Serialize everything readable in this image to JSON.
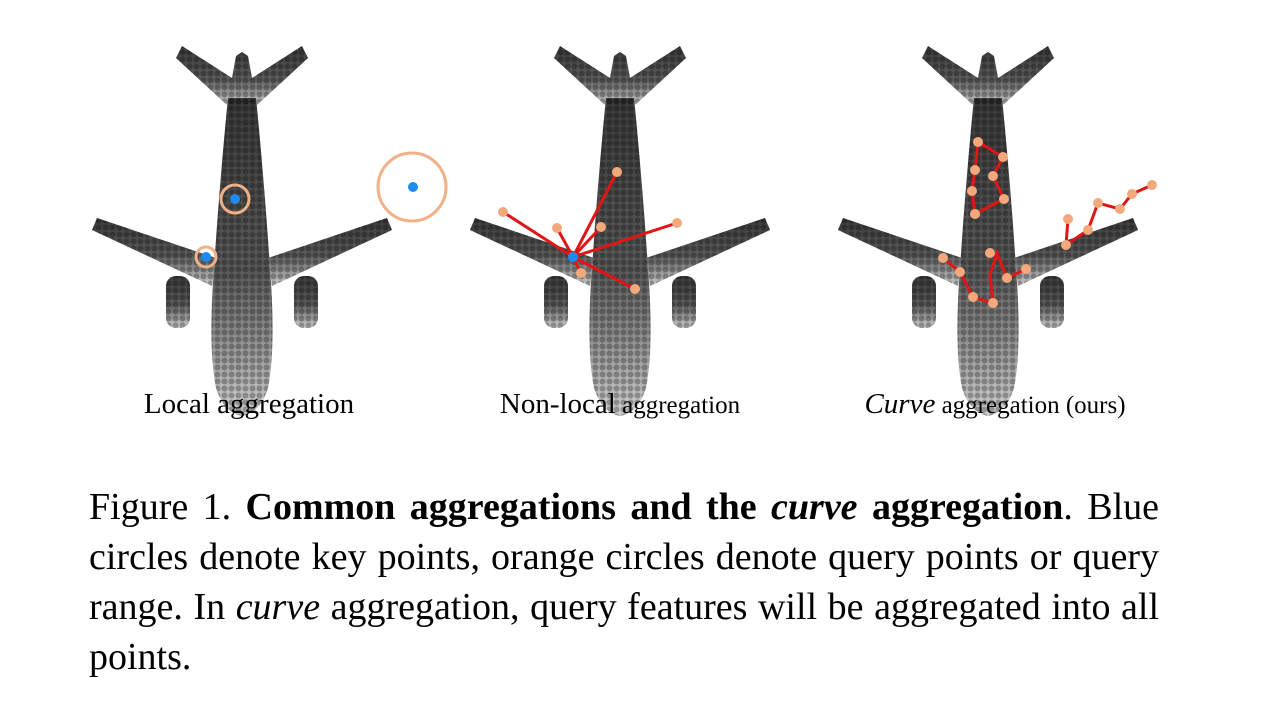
{
  "panels": [
    {
      "id": "local",
      "label": "Local aggregation"
    },
    {
      "id": "nonlocal",
      "label_main": "Non-local",
      "label_rest": " aggregation"
    },
    {
      "id": "curve",
      "label_em": "Curve",
      "label_rest": " aggregation (ours)"
    }
  ],
  "caption": {
    "figure_no": "Figure 1.",
    "bold_a": "Common aggregations and the",
    "bold_em": "curve",
    "bold_b": "aggregation",
    "line1_end": ".",
    "text_a": "Blue circles denote key points, orange circles denote query points or query range. In",
    "text_em": "curve",
    "text_b": "aggregation, query features will be aggregated into all points."
  },
  "colors": {
    "key_point": "#1f8bf0",
    "query_point": "#f4a97c",
    "query_range": "#f0b088",
    "edge": "#e01616",
    "airplane_dark": "#3d3d3d",
    "airplane_light": "#c8c8c8"
  }
}
